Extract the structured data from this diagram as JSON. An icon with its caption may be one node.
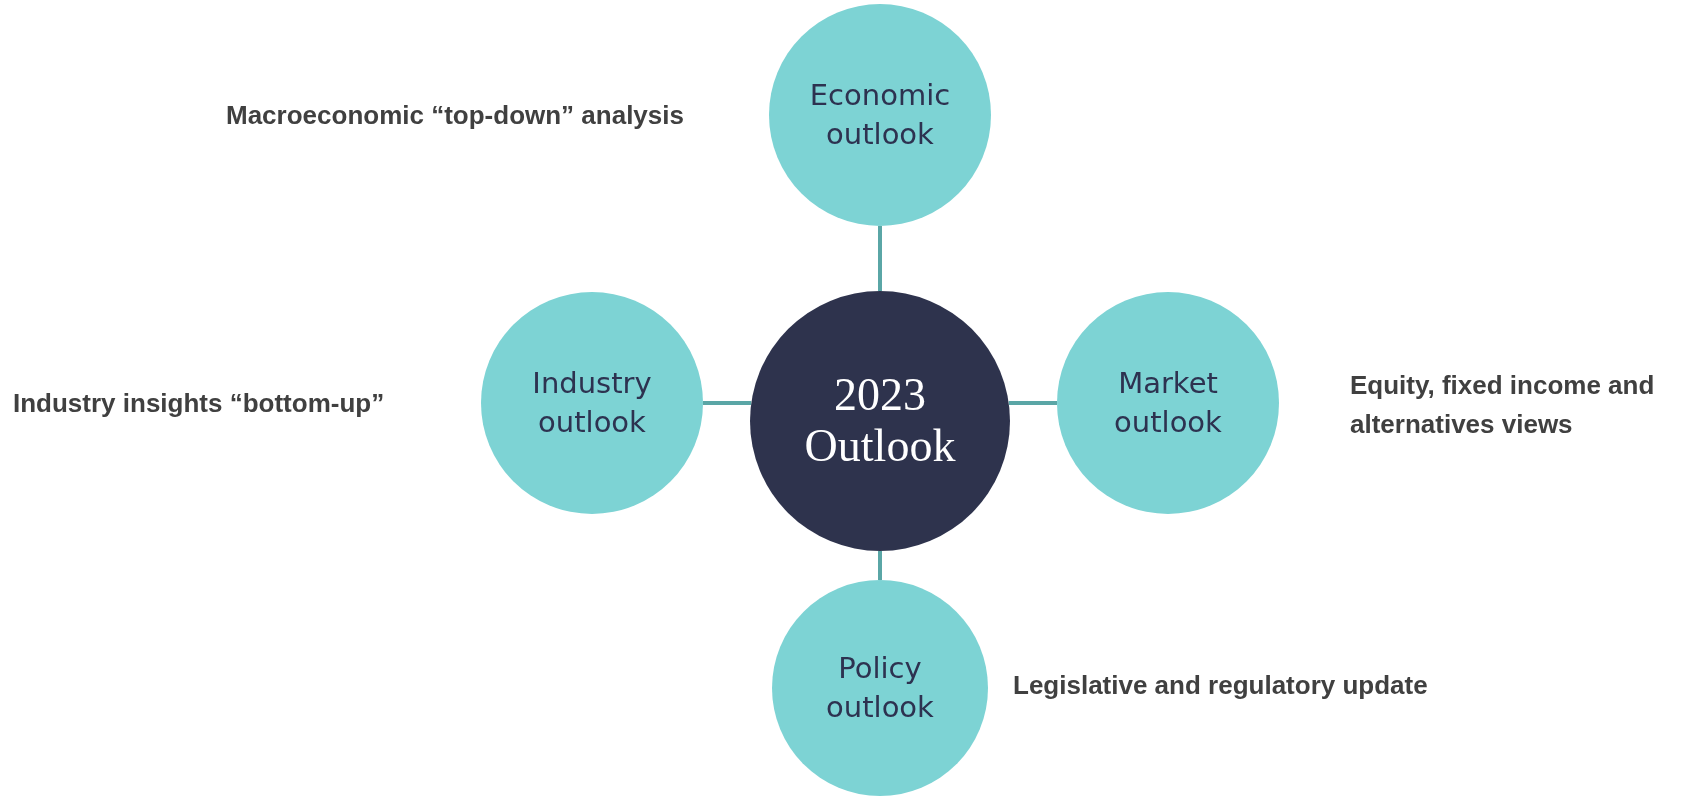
{
  "diagram": {
    "nodes": [
      {
        "text": [
          "Economic outlook"
        ],
        "beside": [
          "Macroeconomic “top-down” analysis"
        ]
      },
      {
        "text": [
          "Industry outlook"
        ],
        "beside": [
          "Industry insights “bottom-up”"
        ]
      },
      {
        "text": [
          "2023 Outlook"
        ]
      },
      {
        "text": [
          "Market outlook"
        ],
        "beside": [
          "Equity, fixed income and alternatives views"
        ]
      },
      {
        "text": [
          "Policy outlook"
        ],
        "beside": [
          "Legislative and regulatory update"
        ]
      }
    ],
    "edges": [
      {
        "from": 2,
        "to": 0,
        "arrow": "none"
      },
      {
        "from": 2,
        "to": 1,
        "arrow": "none"
      },
      {
        "from": 2,
        "to": 3,
        "arrow": "none"
      },
      {
        "from": 2,
        "to": 4,
        "arrow": "none"
      }
    ]
  }
}
